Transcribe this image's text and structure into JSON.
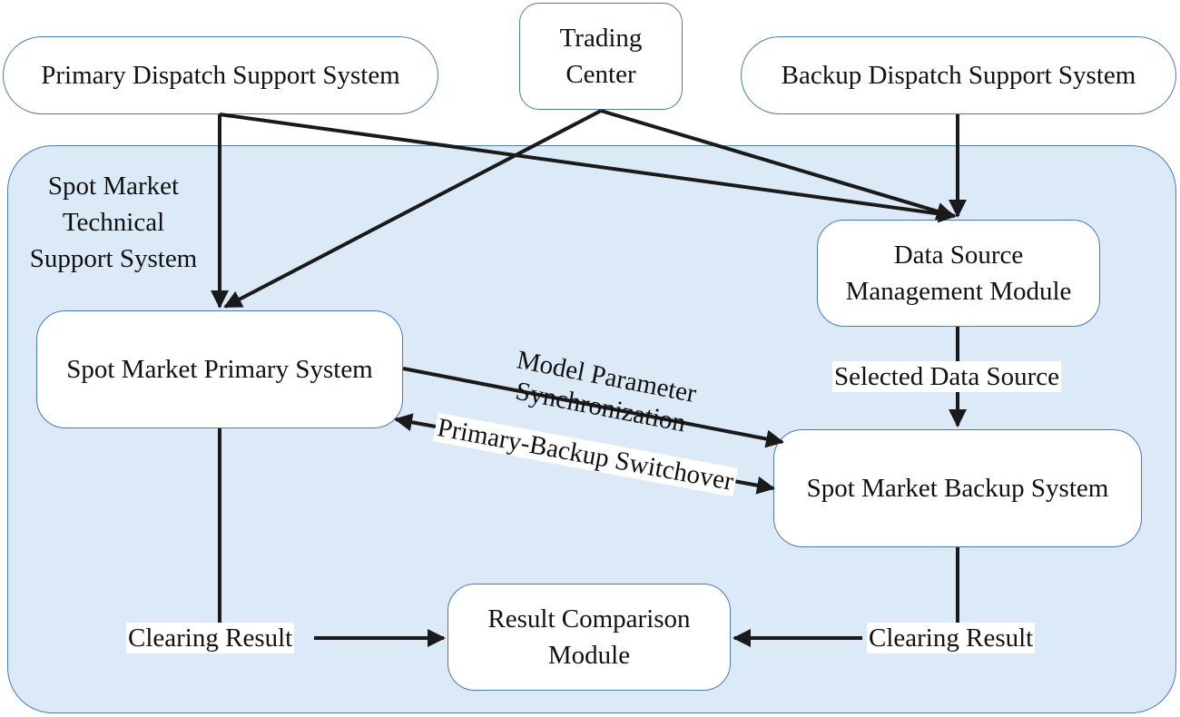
{
  "external": {
    "primary_dispatch": "Primary  Dispatch Support System",
    "trading_center": "Trading\nCenter",
    "backup_dispatch": "Backup Dispatch Support System"
  },
  "container": {
    "label": "Spot Market\nTechnical\nSupport System"
  },
  "modules": {
    "data_source": "Data Source\nManagement Module",
    "primary_system": "Spot Market Primary System",
    "backup_system": "Spot Market Backup System",
    "result_comparison": "Result Comparison\nModule"
  },
  "edge_labels": {
    "selected_source": "Selected Data Source",
    "model_param_1": "Model Parameter",
    "model_param_2": "Synchronization",
    "switchover": "Primary-Backup Switchover",
    "clearing_left": "Clearing Result",
    "clearing_right": "Clearing Result"
  },
  "colors": {
    "border": "#4a7bb5",
    "container_fill": "#dce9f6",
    "arrow": "#1a1a1a"
  }
}
